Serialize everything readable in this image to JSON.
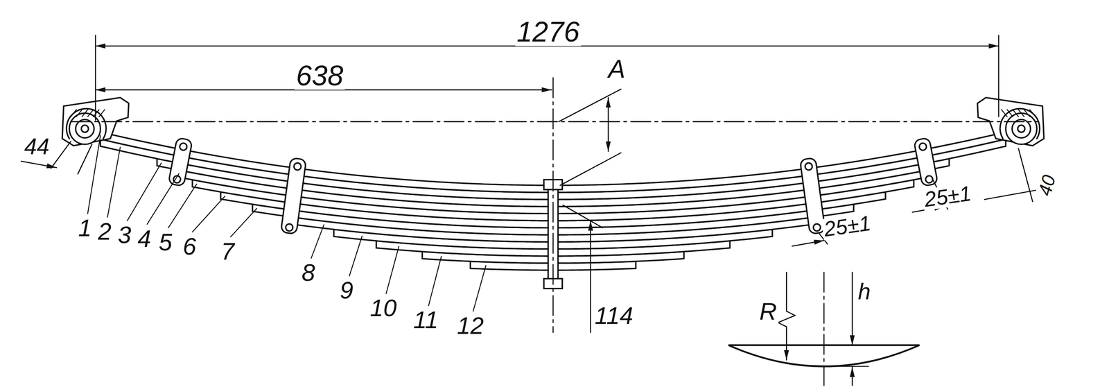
{
  "diagram": {
    "labels": [
      "1276",
      "638",
      "A",
      "44",
      "1",
      "2",
      "3",
      "4",
      "5",
      "6",
      "7",
      "8",
      "9",
      "10",
      "11",
      "12",
      "114",
      "25±1",
      "25±1",
      "40",
      "R",
      "h"
    ]
  }
}
